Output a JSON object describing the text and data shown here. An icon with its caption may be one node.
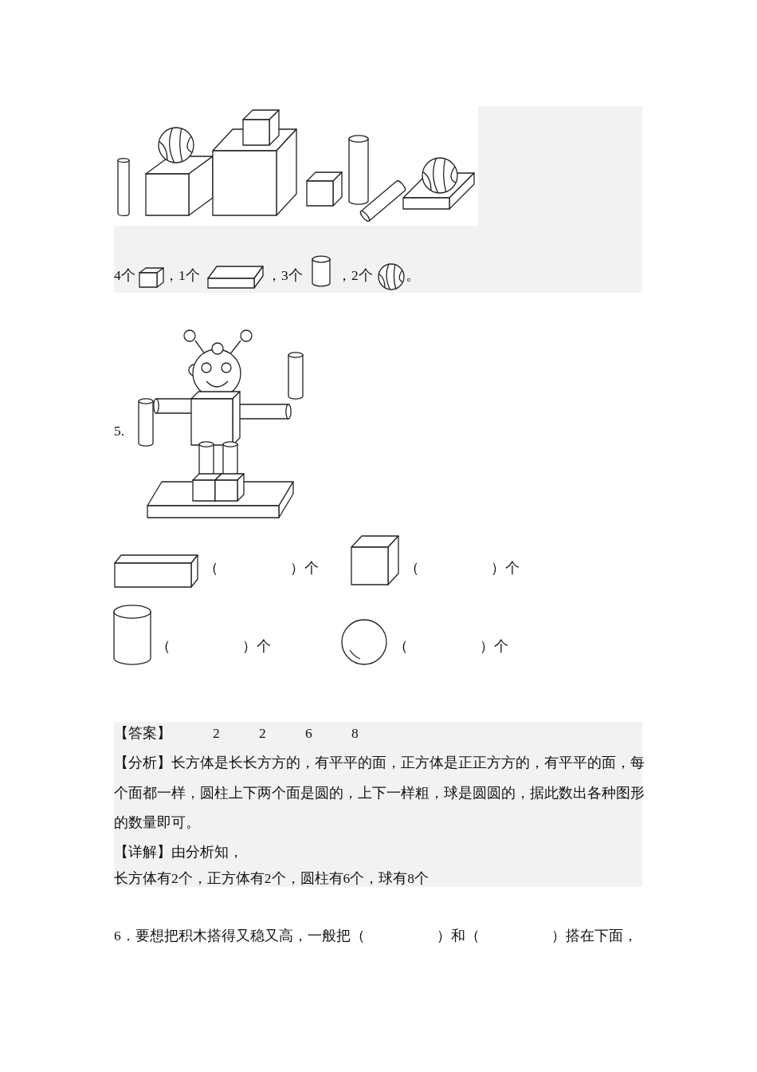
{
  "diagram": {
    "labels": [
      "4个",
      "，1个",
      "，3个",
      "，2个",
      "。",
      "5.",
      "（　　　　　）个",
      "（　　　　　）个",
      "（　　　　　）个",
      "（　　　　　）个",
      "【答案】",
      "2",
      "2",
      "6",
      "8",
      "【分析】长方体是长长方方的，有平平的面，正方体是正正方方的，有平平的面，每个面都一样，圆柱上下两个面是圆的，上下一样粗，球是圆圆的，据此数出各种图形的数量即可。",
      "【详解】由分析知，",
      "长方体有2个，正方体有2个，圆柱有6个，球有8个",
      "6．要想把积木搭得又稳又高，一般把（　　　　　）和（　　　　　）搭在下面，"
    ]
  }
}
